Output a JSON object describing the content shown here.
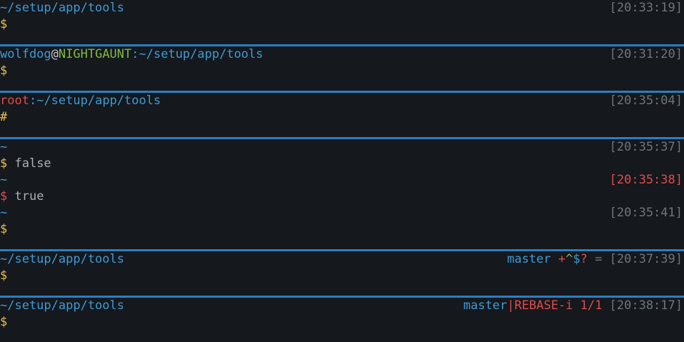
{
  "terminal": {
    "background": "#15181c",
    "separator_color": "#2b7ec2",
    "palette": {
      "path_blue": "#3f9ad6",
      "user_cyan": "#3f9ad6",
      "host_green": "#7fba42",
      "prompt_yellow": "#e8c14d",
      "error_red": "#e04c4c",
      "timestamp_grey": "#6d767d",
      "output_grey": "#a9b1b8",
      "at_white": "#c8cdd1"
    },
    "blocks": [
      {
        "id": "block-path-only",
        "ruled": false,
        "rows": [
          {
            "id": "row-path-1",
            "segments": [
              {
                "text": "~/setup/app/tools",
                "color": "path_blue"
              }
            ],
            "timestamp": "[20:33:19]",
            "timestamp_state": "normal"
          },
          {
            "id": "row-prompt-1",
            "segments": [
              {
                "text": "$",
                "color": "prompt_yellow"
              }
            ],
            "timestamp": "",
            "timestamp_state": "none"
          }
        ]
      },
      {
        "id": "block-user-host",
        "ruled": true,
        "rows": [
          {
            "id": "row-userhost",
            "segments": [
              {
                "text": "wolfdog",
                "color": "user_cyan"
              },
              {
                "text": "@",
                "color": "at_white"
              },
              {
                "text": "NIGHTGAUNT",
                "color": "host_green"
              },
              {
                "text": ":",
                "color": "user_cyan"
              },
              {
                "text": "~/setup/app/tools",
                "color": "path_blue"
              }
            ],
            "timestamp": "[20:31:20]",
            "timestamp_state": "normal"
          },
          {
            "id": "row-prompt-2",
            "segments": [
              {
                "text": "$",
                "color": "prompt_yellow"
              }
            ],
            "timestamp": "",
            "timestamp_state": "none"
          }
        ]
      },
      {
        "id": "block-root",
        "ruled": true,
        "rows": [
          {
            "id": "row-root",
            "segments": [
              {
                "text": "root",
                "color": "error_red"
              },
              {
                "text": ":",
                "color": "user_cyan"
              },
              {
                "text": "~/setup/app/tools",
                "color": "path_blue"
              }
            ],
            "timestamp": "[20:35:04]",
            "timestamp_state": "normal"
          },
          {
            "id": "row-prompt-root",
            "segments": [
              {
                "text": "#",
                "color": "prompt_yellow"
              }
            ],
            "timestamp": "",
            "timestamp_state": "none"
          }
        ]
      },
      {
        "id": "block-exitcode-demo",
        "ruled": true,
        "rows": [
          {
            "id": "row-tilde-1",
            "segments": [
              {
                "text": "~",
                "color": "path_blue"
              }
            ],
            "timestamp": "[20:35:37]",
            "timestamp_state": "normal"
          },
          {
            "id": "row-cmd-false",
            "segments": [
              {
                "text": "$",
                "color": "prompt_yellow"
              },
              {
                "text": " false",
                "color": "output_grey"
              }
            ],
            "timestamp": "",
            "timestamp_state": "none"
          },
          {
            "id": "row-tilde-2",
            "segments": [
              {
                "text": "~",
                "color": "path_blue"
              }
            ],
            "timestamp": "[20:35:38]",
            "timestamp_state": "error"
          },
          {
            "id": "row-cmd-true",
            "segments": [
              {
                "text": "$",
                "color": "error_red"
              },
              {
                "text": " true",
                "color": "output_grey"
              }
            ],
            "timestamp": "",
            "timestamp_state": "none"
          },
          {
            "id": "row-tilde-3",
            "segments": [
              {
                "text": "~",
                "color": "path_blue"
              }
            ],
            "timestamp": "[20:35:41]",
            "timestamp_state": "normal"
          },
          {
            "id": "row-prompt-3",
            "segments": [
              {
                "text": "$",
                "color": "prompt_yellow"
              }
            ],
            "timestamp": "",
            "timestamp_state": "none"
          }
        ]
      },
      {
        "id": "block-git-dirty",
        "ruled": true,
        "rows": [
          {
            "id": "row-git-dirty",
            "segments": [
              {
                "text": "~/setup/app/tools",
                "color": "path_blue"
              }
            ],
            "git": [
              {
                "text": "master",
                "color": "user_cyan"
              },
              {
                "text": " ",
                "color": "output_grey"
              },
              {
                "text": "+",
                "color": "error_red"
              },
              {
                "text": "^",
                "color": "host_green"
              },
              {
                "text": "$",
                "color": "user_cyan"
              },
              {
                "text": "?",
                "color": "error_red"
              },
              {
                "text": " ",
                "color": "output_grey"
              },
              {
                "text": "=",
                "color": "timestamp_grey"
              }
            ],
            "timestamp": "[20:37:39]",
            "timestamp_state": "normal"
          },
          {
            "id": "row-prompt-4",
            "segments": [
              {
                "text": "$",
                "color": "prompt_yellow"
              }
            ],
            "timestamp": "",
            "timestamp_state": "none"
          }
        ]
      },
      {
        "id": "block-git-rebase",
        "ruled": true,
        "rows": [
          {
            "id": "row-git-rebase",
            "segments": [
              {
                "text": "~/setup/app/tools",
                "color": "path_blue"
              }
            ],
            "git": [
              {
                "text": "master",
                "color": "user_cyan"
              },
              {
                "text": "|",
                "color": "error_red"
              },
              {
                "text": "REBASE-i",
                "color": "error_red"
              },
              {
                "text": " ",
                "color": "output_grey"
              },
              {
                "text": "1/1",
                "color": "error_red"
              }
            ],
            "timestamp": "[20:38:17]",
            "timestamp_state": "normal"
          },
          {
            "id": "row-prompt-5",
            "segments": [
              {
                "text": "$",
                "color": "prompt_yellow"
              }
            ],
            "timestamp": "",
            "timestamp_state": "none"
          }
        ]
      }
    ]
  }
}
